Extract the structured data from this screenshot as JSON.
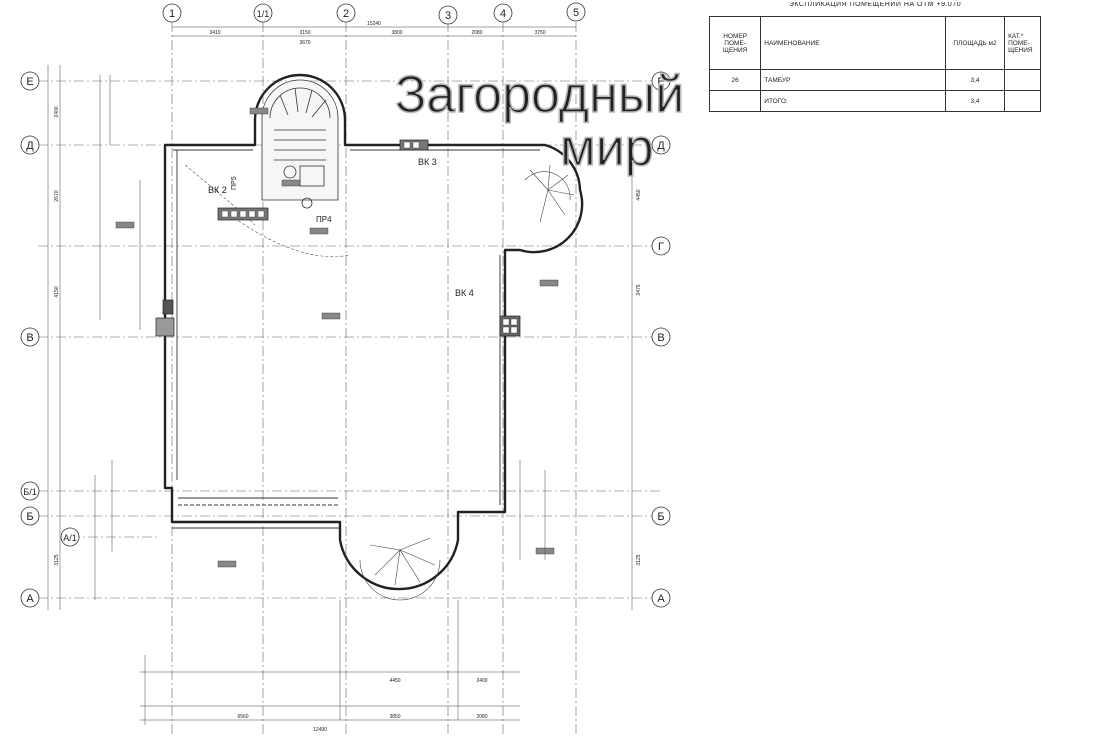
{
  "grid": {
    "columns": [
      "1",
      "1/1",
      "2",
      "3",
      "4",
      "5"
    ],
    "rows": [
      "Е",
      "Д",
      "Г",
      "В",
      "Б/1",
      "Б",
      "А/1",
      "А"
    ]
  },
  "dimensions": {
    "top_overall": "15240",
    "top_segments": [
      "3410",
      "3150",
      "3800",
      "2080",
      "3750"
    ],
    "top_sub": [
      "3670"
    ],
    "bottom_segments": [
      "6560",
      "3850",
      "2080"
    ],
    "bottom_sub": [
      "4450",
      "2400"
    ],
    "bottom_overall": "12490",
    "left_segments": [
      "2400",
      "2670",
      "4150",
      "3125"
    ],
    "right_segments": [
      "4450",
      "3475",
      "3125"
    ]
  },
  "equipment": {
    "vk2": "ВК 2",
    "vk3": "ВК 3",
    "vk4": "ВК 4",
    "stair": "ПР4",
    "stair2": "ПР5"
  },
  "watermark": {
    "line1": "Загородный",
    "line2": "мир"
  },
  "explication": {
    "title": "ЭКСПЛИКАЦИЯ ПОМЕЩЕНИЙ НА ОТМ +9.070",
    "headers": {
      "number": "НОМЕР ПОМЕ-ЩЕНИЯ",
      "name": "НАИМЕНОВАНИЕ",
      "area": "ПЛОЩАДЬ м2",
      "category": "КАТ.* ПОМЕ-ЩЕНИЯ"
    },
    "rows": [
      {
        "number": "26",
        "name": "ТАМБУР",
        "area": "3,4",
        "category": ""
      },
      {
        "number": "",
        "name": "ИТОГО:",
        "area": "3,4",
        "category": ""
      }
    ]
  }
}
